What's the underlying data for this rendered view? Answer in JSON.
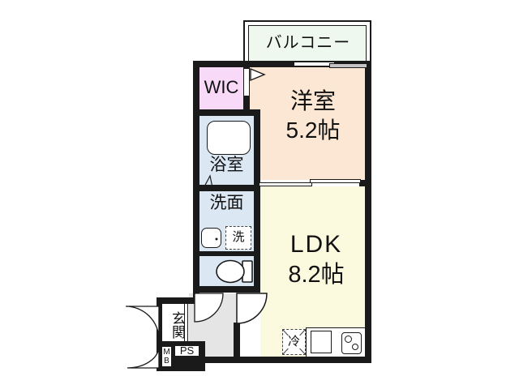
{
  "floorplan": {
    "rooms": {
      "balcony": {
        "label": "バルコニー"
      },
      "wic": {
        "label": "WIC"
      },
      "western_room": {
        "label": "洋室",
        "size": "5.2帖"
      },
      "bathroom": {
        "label": "浴室"
      },
      "washroom": {
        "label": "洗面"
      },
      "ldk": {
        "label": "LDK",
        "size": "8.2帖"
      },
      "entrance": {
        "label": "玄関"
      },
      "meter_box": {
        "line1": "M",
        "line2": "B"
      },
      "pipe_space": {
        "label": "PS"
      }
    },
    "fixtures": {
      "washing_machine_space": {
        "label": "洗"
      },
      "refrigerator_space": {
        "label": "冷"
      }
    },
    "colors": {
      "wall": "#1a1a1a",
      "wic": "#f8daf8",
      "western_room": "#fbe7d3",
      "water_rooms": "#dbe8f4",
      "ldk": "#fcfade",
      "hallway": "#e5e5e5",
      "entrance": "#ffffff",
      "balcony": "#eff8ef"
    }
  }
}
